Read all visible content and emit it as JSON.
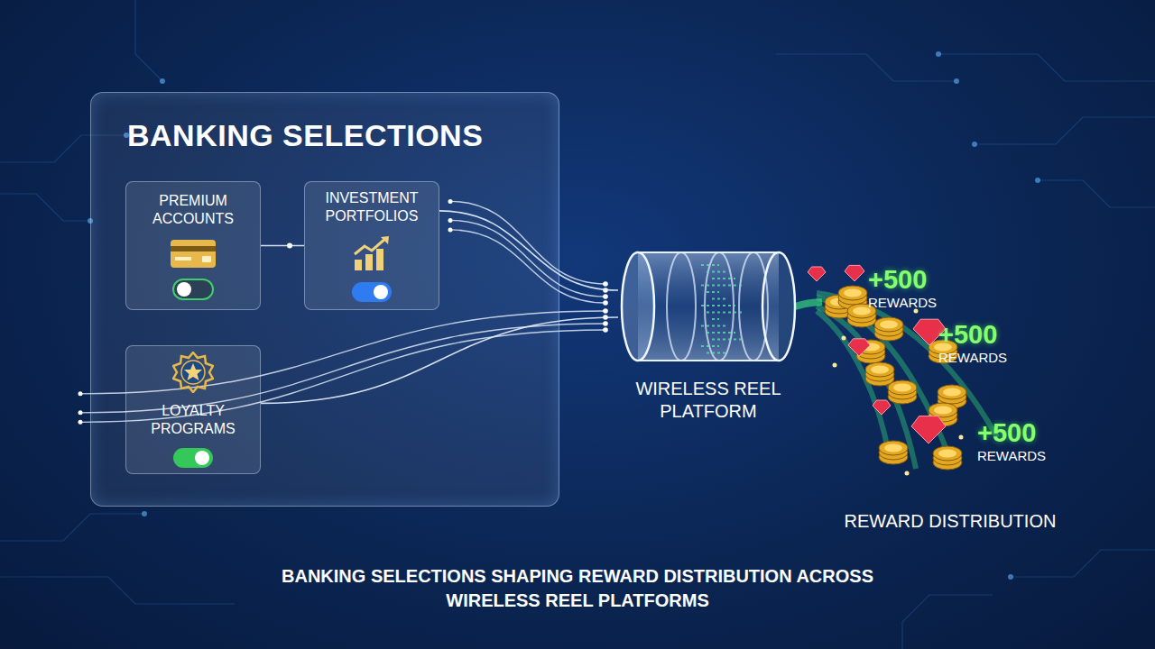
{
  "diagram": {
    "caption": "BANKING SELECTIONS SHAPING REWARD DISTRIBUTION ACROSS WIRELESS REEL PLATFORMS",
    "nodes": [
      {
        "text": [
          "BANKING SELECTIONS"
        ]
      },
      {
        "text": [
          "PREMIUM ACCOUNTS"
        ],
        "in": 0
      },
      {
        "text": [
          "INVESTMENT PORTFOLIOS"
        ],
        "in": 0
      },
      {
        "text": [
          "LOYALTY PROGRAMS"
        ],
        "in": 0
      },
      {
        "text": [
          "WIRELESS REEL PLATFORM"
        ]
      },
      {
        "text": [
          "REWARD DISTRIBUTION"
        ]
      }
    ],
    "edges": [
      {
        "from": 1,
        "to": 2,
        "arrow": "none"
      },
      {
        "from": 2,
        "to": 4,
        "arrow": "none"
      },
      {
        "from": 3,
        "to": 4,
        "arrow": "none"
      },
      {
        "from": 4,
        "to": 5,
        "arrow": "none"
      }
    ],
    "labels": [
      "+500",
      "REWARDS",
      "+500",
      "REWARDS",
      "+500",
      "REWARDS"
    ]
  }
}
